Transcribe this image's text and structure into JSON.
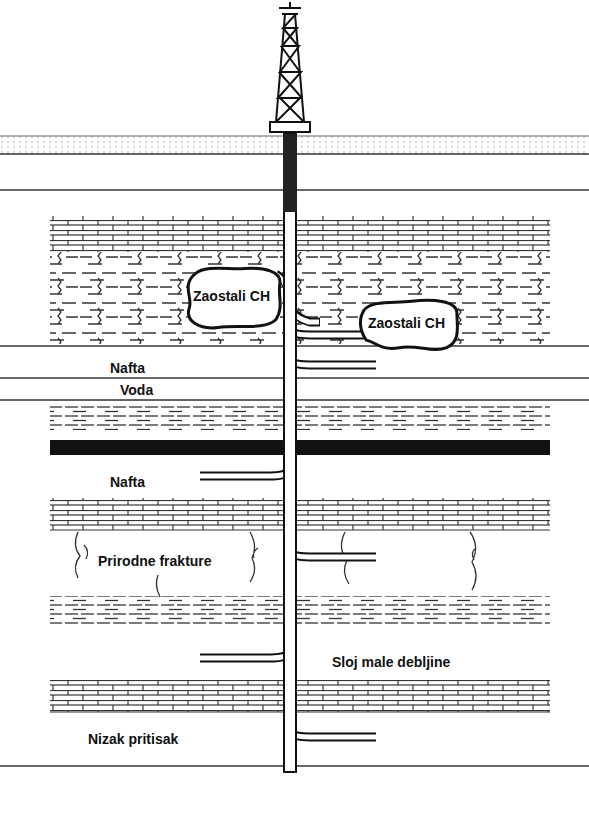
{
  "diagram": {
    "nodes": [
      {
        "text": [
          "Zaostali CH"
        ]
      },
      {
        "text": [
          "Zaostali CH"
        ]
      }
    ],
    "labels": [
      "Nafta",
      "Voda",
      "Nafta",
      "Prirodne frakture",
      "Sloj male debljine",
      "Nizak pritisak"
    ]
  }
}
